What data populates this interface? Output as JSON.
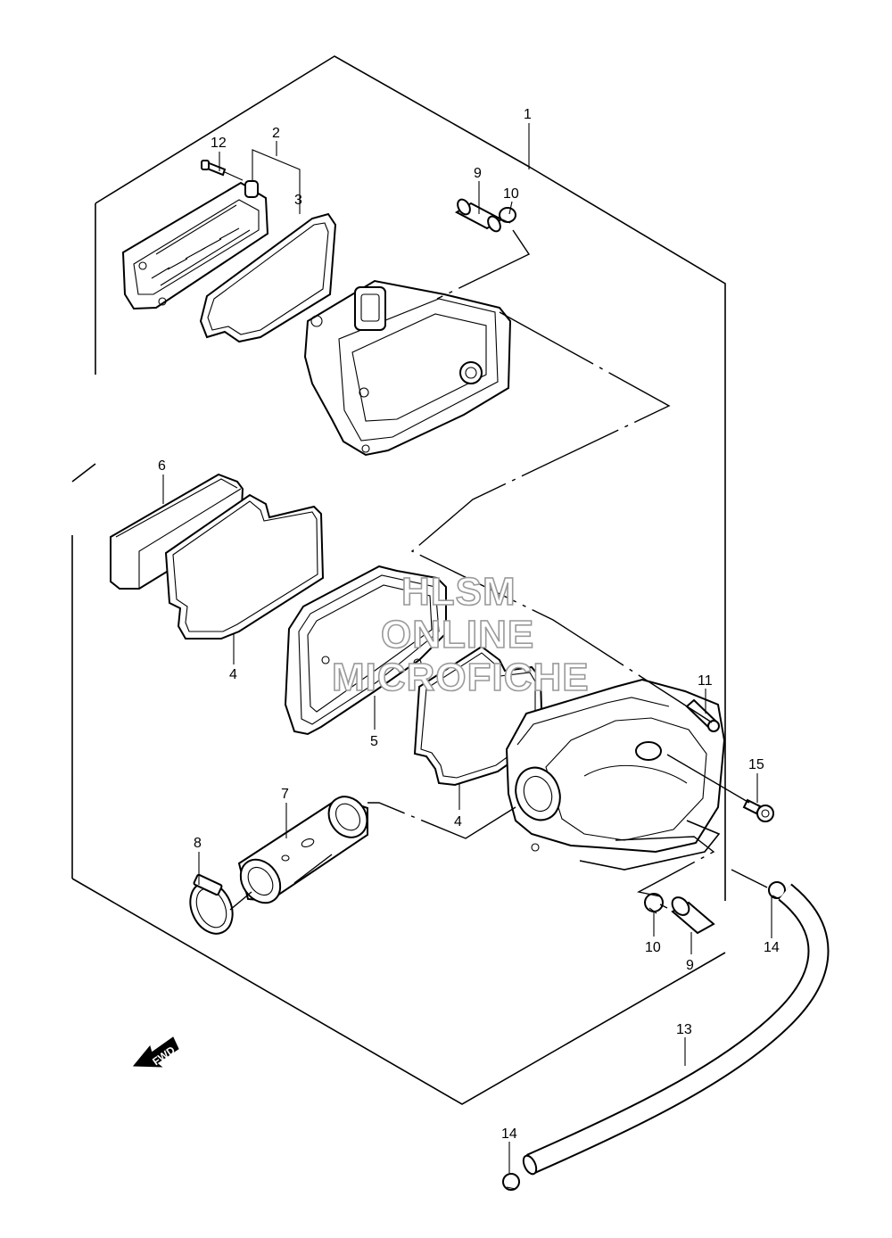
{
  "watermark": {
    "line1": "HLSM",
    "line2": "ONLINE",
    "line3": "MICROFICHE"
  },
  "fwd_label": "FWD",
  "callouts": [
    {
      "id": "c1",
      "text": "1"
    },
    {
      "id": "c2",
      "text": "2"
    },
    {
      "id": "c3",
      "text": "3"
    },
    {
      "id": "c4a",
      "text": "4"
    },
    {
      "id": "c4b",
      "text": "4"
    },
    {
      "id": "c5",
      "text": "5"
    },
    {
      "id": "c6",
      "text": "6"
    },
    {
      "id": "c7",
      "text": "7"
    },
    {
      "id": "c8",
      "text": "8"
    },
    {
      "id": "c9a",
      "text": "9"
    },
    {
      "id": "c9b",
      "text": "9"
    },
    {
      "id": "c10a",
      "text": "10"
    },
    {
      "id": "c10b",
      "text": "10"
    },
    {
      "id": "c11",
      "text": "11"
    },
    {
      "id": "c12",
      "text": "12"
    },
    {
      "id": "c13",
      "text": "13"
    },
    {
      "id": "c14a",
      "text": "14"
    },
    {
      "id": "c14b",
      "text": "14"
    },
    {
      "id": "c15",
      "text": "15"
    }
  ]
}
